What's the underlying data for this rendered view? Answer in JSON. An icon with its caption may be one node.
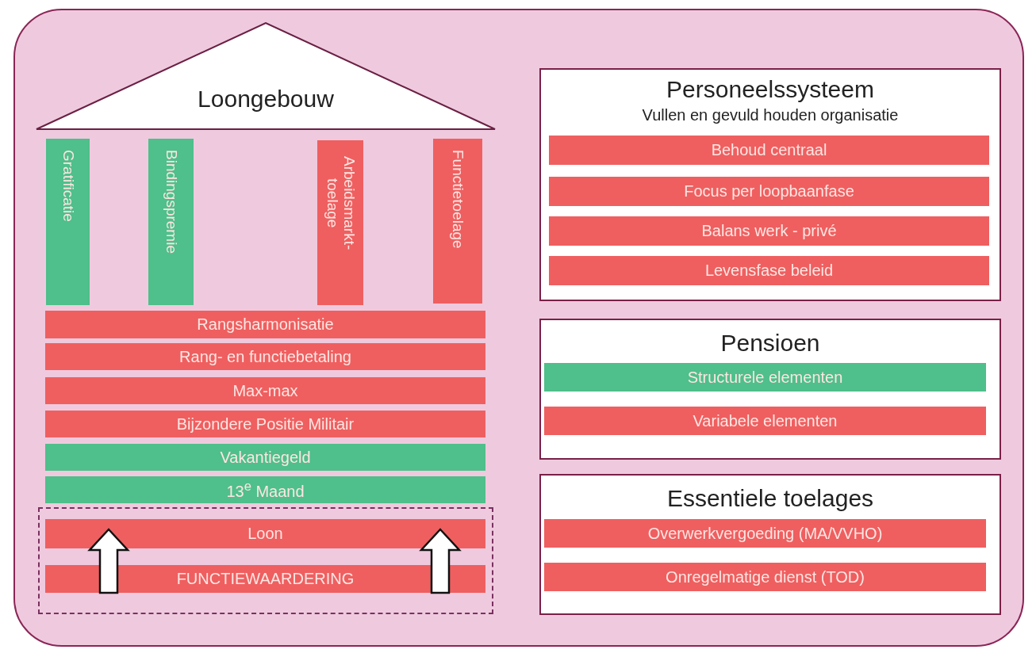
{
  "diagram": {
    "nodes": [
      {
        "text": [
          "Loongebouw"
        ]
      },
      {
        "text": [
          "Gratificatie"
        ]
      },
      {
        "text": [
          "Bindingspremie"
        ]
      },
      {
        "text": [
          "Arbeidsmarkt- toelage"
        ]
      },
      {
        "text": [
          "Functietoelage"
        ]
      },
      {
        "text": [
          "Rangsharmonisatie"
        ]
      },
      {
        "text": [
          "Rang- en functiebetaling"
        ]
      },
      {
        "text": [
          "Max-max"
        ]
      },
      {
        "text": [
          "Bijzondere Positie Militair"
        ]
      },
      {
        "text": [
          "Vakantiegeld"
        ]
      },
      {
        "text": [
          "13$^{e}$ Maand"
        ]
      },
      {
        "text": [],
        "shape": "box"
      },
      {
        "text": [
          "Loon"
        ],
        "in": 11
      },
      {
        "text": [
          "FUNCTIEWAARDERING"
        ],
        "in": 11
      },
      {
        "text": [
          "Personeelssysteem",
          "Vullen en gevuld houden organisatie"
        ]
      },
      {
        "text": [
          "Behoud centraal"
        ],
        "in": 14
      },
      {
        "text": [
          "Focus per loopbaanfase"
        ],
        "in": 14
      },
      {
        "text": [
          "Balans werk - privé"
        ],
        "in": 14
      },
      {
        "text": [
          "Levensfase beleid"
        ],
        "in": 14
      },
      {
        "text": [
          "Pensioen"
        ]
      },
      {
        "text": [
          "Structurele elementen"
        ],
        "in": 19
      },
      {
        "text": [
          "Variabele elementen"
        ],
        "in": 19
      },
      {
        "text": [
          "Essentiele toelages"
        ]
      },
      {
        "text": [
          "Overwerkvergoeding (MA/VVHO)"
        ],
        "in": 22
      },
      {
        "text": [
          "Onregelmatige dienst (TOD)"
        ],
        "in": 22
      }
    ],
    "edges": [
      {
        "from": 13,
        "to": 12,
        "arrow": "to"
      },
      {
        "from": 13,
        "to": 12,
        "arrow": "to"
      }
    ]
  }
}
